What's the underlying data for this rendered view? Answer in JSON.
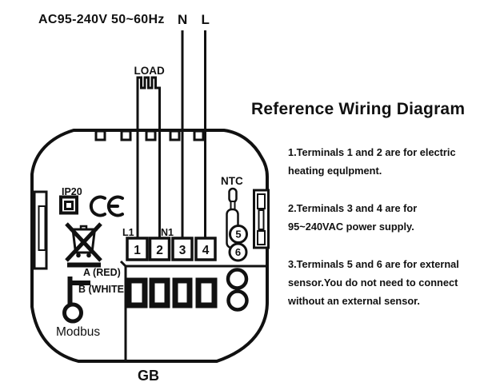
{
  "colors": {
    "background": "#ffffff",
    "line": "#111111",
    "text": "#111111"
  },
  "title": "Reference Wiring Diagram",
  "header": {
    "power_spec": "AC95-240V 50~60Hz",
    "load_label": "LOAD",
    "neutral_label": "N",
    "live_label": "L"
  },
  "notes": [
    {
      "lines": [
        "1.Terminals 1 and 2 are for electric",
        "heating equlpment."
      ]
    },
    {
      "lines": [
        "2.Terminals 3 and 4 are for",
        "95~240VAC power supply."
      ]
    },
    {
      "lines": [
        "3.Terminals 5 and 6 are for external",
        "sensor.You do not need to connect",
        "without an external sensor."
      ]
    }
  ],
  "device": {
    "ip_rating": "IP20",
    "ce_mark": "CE",
    "wire_labels": {
      "l1": "L1",
      "n1": "N1"
    },
    "terminals": [
      "1",
      "2",
      "3",
      "4"
    ],
    "sensor": {
      "label": "NTC",
      "terminals": [
        "5",
        "6"
      ]
    },
    "modbus": {
      "a_label": "A (RED)",
      "b_label": "B (WHITE",
      "name": "Modbus"
    },
    "region_label": "GB"
  },
  "icons": {
    "load_symbol": "heating-element-icon",
    "ntc_symbol": "temperature-probe-icon",
    "ce_symbol": "ce-mark-icon",
    "weee_symbol": "crossed-out-wheelie-bin-icon",
    "ip20_symbol": "enclosure-box-icon",
    "modbus_symbol": "modbus-connector-icon"
  }
}
